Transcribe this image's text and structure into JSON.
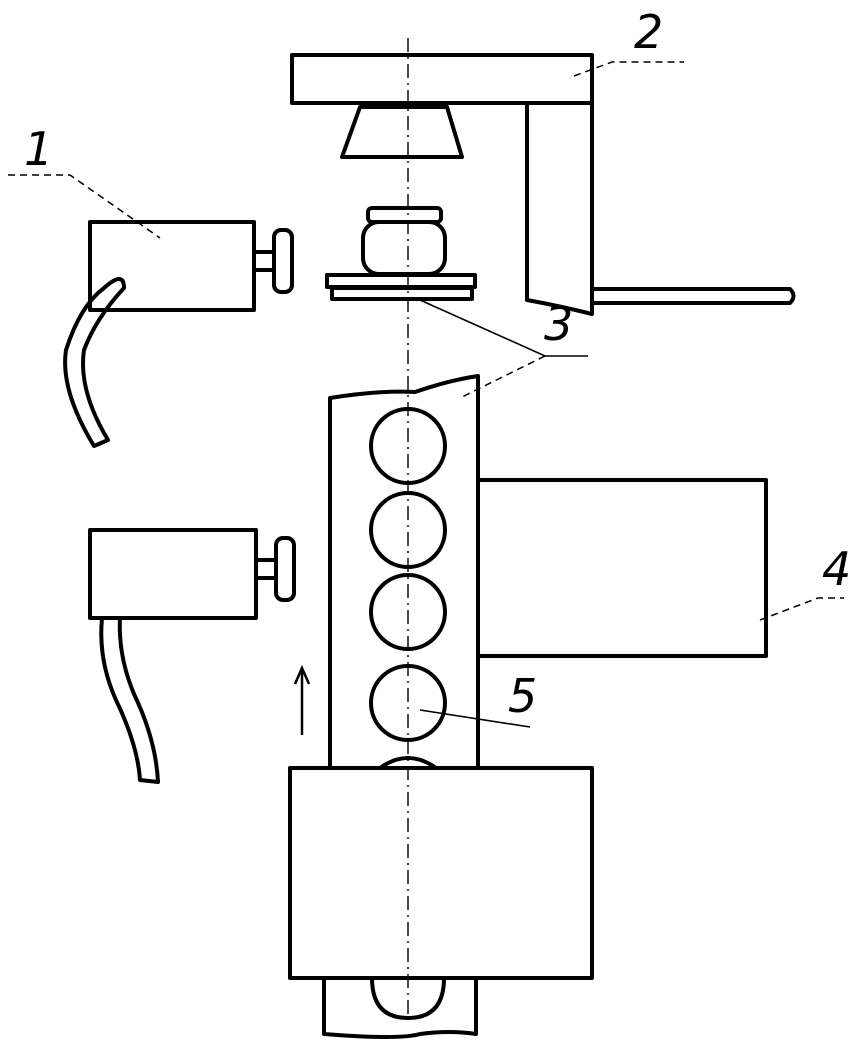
{
  "labels": {
    "l1": "1",
    "l2": "2",
    "l3": "3",
    "l4": "4",
    "l5": "5"
  }
}
